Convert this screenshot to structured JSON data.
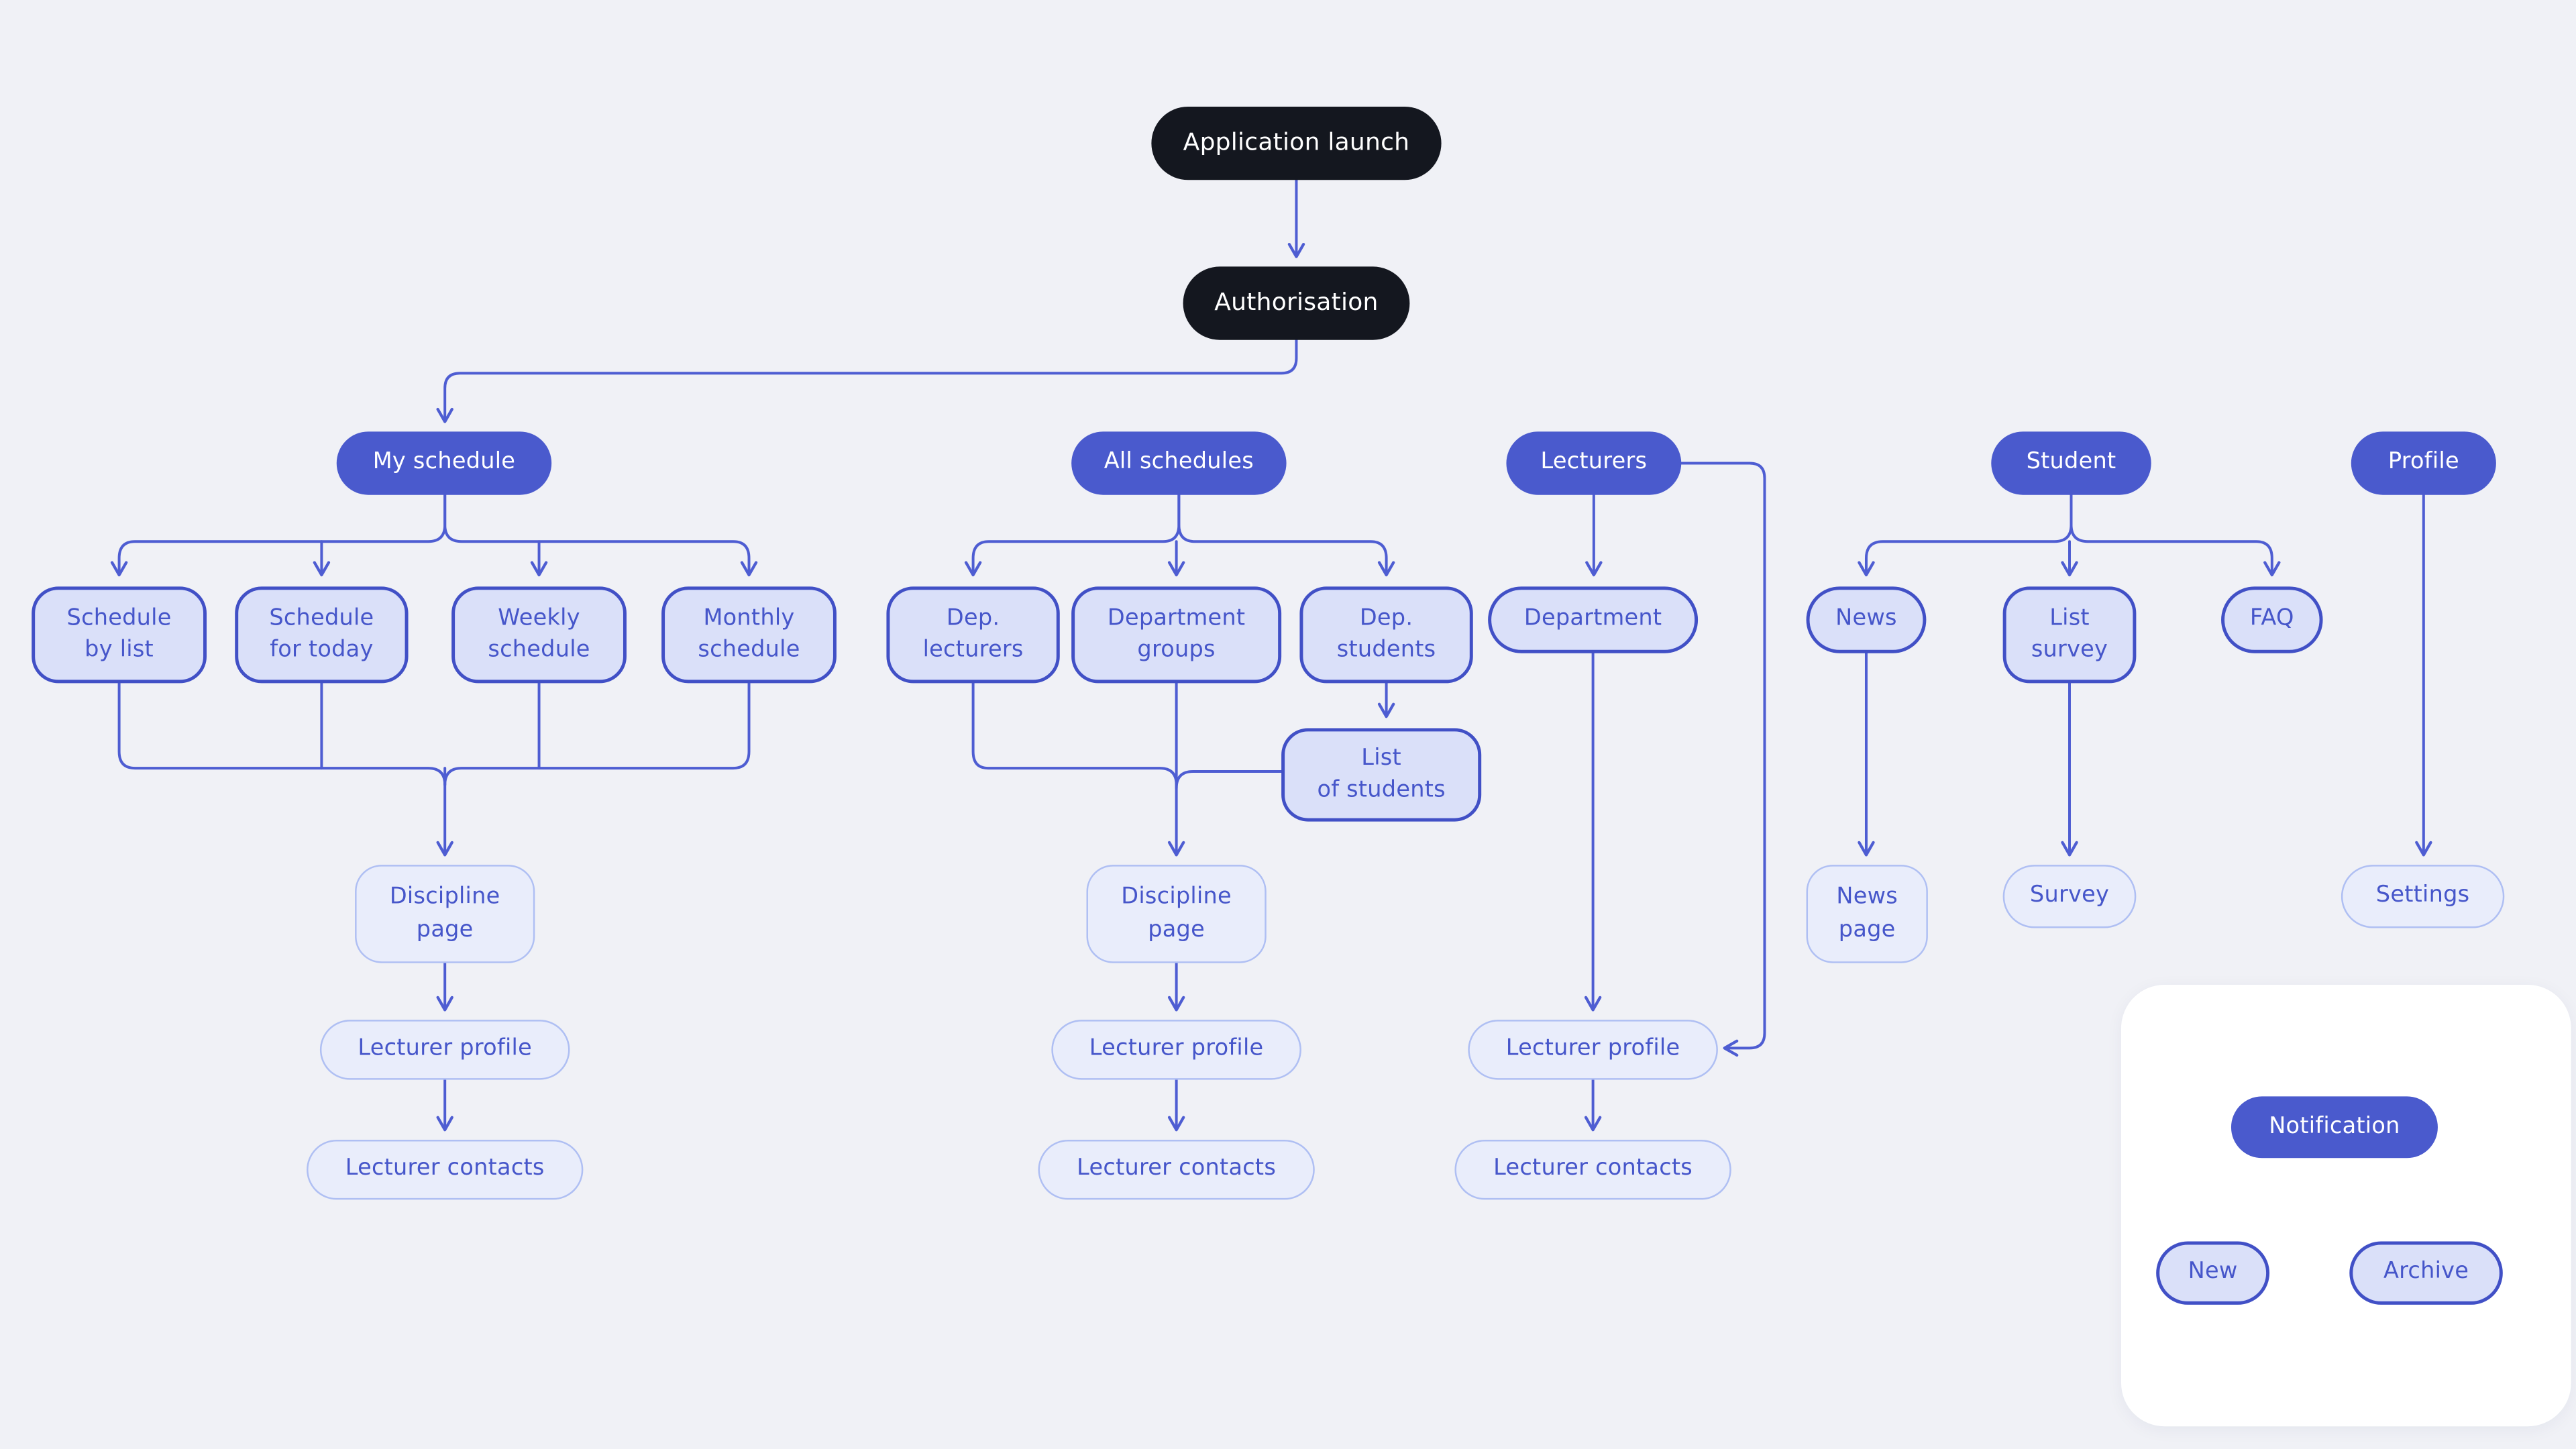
{
  "diagram": {
    "background_color": "#F0F1F6",
    "palette": {
      "dark_node": "#14171F",
      "primary_node": "#4A5ACD",
      "strong_fill": "#DAE0F9",
      "strong_border": "#4150C6",
      "light_fill": "#E9EDFB",
      "light_border": "#AFBFF3",
      "text_on_light": "#4656CA",
      "text_on_dark": "#FFFFFF",
      "connector": "#4E5DD2",
      "card_background": "#FFFFFF"
    },
    "nodes": {
      "app_launch": {
        "label": "Application launch",
        "kind": "dark"
      },
      "authorisation": {
        "label": "Authorisation",
        "kind": "dark"
      },
      "my_schedule": {
        "label": "My schedule",
        "kind": "primary"
      },
      "all_schedules": {
        "label": "All schedules",
        "kind": "primary"
      },
      "lecturers": {
        "label": "Lecturers",
        "kind": "primary"
      },
      "student": {
        "label": "Student",
        "kind": "primary"
      },
      "profile": {
        "label": "Profile",
        "kind": "primary"
      },
      "schedule_by_list": {
        "label": "Schedule\nby list",
        "kind": "strong"
      },
      "schedule_for_today": {
        "label": "Schedule\nfor today",
        "kind": "strong"
      },
      "weekly_schedule": {
        "label": "Weekly\nschedule",
        "kind": "strong"
      },
      "monthly_schedule": {
        "label": "Monthly\nschedule",
        "kind": "strong"
      },
      "dep_lecturers": {
        "label": "Dep.\nlecturers",
        "kind": "strong"
      },
      "department_groups": {
        "label": "Department\ngroups",
        "kind": "strong"
      },
      "dep_students": {
        "label": "Dep.\nstudents",
        "kind": "strong"
      },
      "list_of_students": {
        "label": "List\nof students",
        "kind": "strong"
      },
      "department": {
        "label": "Department",
        "kind": "strong-pill"
      },
      "news": {
        "label": "News",
        "kind": "strong-pill"
      },
      "list_survey": {
        "label": "List\nsurvey",
        "kind": "strong"
      },
      "faq": {
        "label": "FAQ",
        "kind": "strong-pill"
      },
      "discipline_page_1": {
        "label": "Discipline\npage",
        "kind": "light"
      },
      "discipline_page_2": {
        "label": "Discipline\npage",
        "kind": "light"
      },
      "news_page": {
        "label": "News\npage",
        "kind": "light"
      },
      "survey": {
        "label": "Survey",
        "kind": "light-pill"
      },
      "settings": {
        "label": "Settings",
        "kind": "light-pill"
      },
      "lecturer_profile_1": {
        "label": "Lecturer profile",
        "kind": "light-pill"
      },
      "lecturer_profile_2": {
        "label": "Lecturer profile",
        "kind": "light-pill"
      },
      "lecturer_profile_3": {
        "label": "Lecturer profile",
        "kind": "light-pill"
      },
      "lecturer_contacts_1": {
        "label": "Lecturer contacts",
        "kind": "light-pill"
      },
      "lecturer_contacts_2": {
        "label": "Lecturer contacts",
        "kind": "light-pill"
      },
      "lecturer_contacts_3": {
        "label": "Lecturer contacts",
        "kind": "light-pill"
      },
      "notification": {
        "label": "Notification",
        "kind": "primary"
      },
      "new": {
        "label": "New",
        "kind": "strong-pill"
      },
      "archive": {
        "label": "Archive",
        "kind": "strong-pill"
      }
    },
    "edges": [
      {
        "from": "app_launch",
        "to": "authorisation"
      },
      {
        "from": "authorisation",
        "to": "my_schedule"
      },
      {
        "from": "my_schedule",
        "to": "schedule_by_list"
      },
      {
        "from": "my_schedule",
        "to": "schedule_for_today"
      },
      {
        "from": "my_schedule",
        "to": "weekly_schedule"
      },
      {
        "from": "my_schedule",
        "to": "monthly_schedule"
      },
      {
        "from": "schedule_by_list",
        "to": "discipline_page_1"
      },
      {
        "from": "schedule_for_today",
        "to": "discipline_page_1"
      },
      {
        "from": "weekly_schedule",
        "to": "discipline_page_1"
      },
      {
        "from": "monthly_schedule",
        "to": "discipline_page_1"
      },
      {
        "from": "discipline_page_1",
        "to": "lecturer_profile_1"
      },
      {
        "from": "lecturer_profile_1",
        "to": "lecturer_contacts_1"
      },
      {
        "from": "all_schedules",
        "to": "dep_lecturers"
      },
      {
        "from": "all_schedules",
        "to": "department_groups"
      },
      {
        "from": "all_schedules",
        "to": "dep_students"
      },
      {
        "from": "dep_students",
        "to": "list_of_students"
      },
      {
        "from": "dep_lecturers",
        "to": "discipline_page_2"
      },
      {
        "from": "department_groups",
        "to": "discipline_page_2"
      },
      {
        "from": "list_of_students",
        "to": "discipline_page_2"
      },
      {
        "from": "discipline_page_2",
        "to": "lecturer_profile_2"
      },
      {
        "from": "lecturer_profile_2",
        "to": "lecturer_contacts_2"
      },
      {
        "from": "lecturers",
        "to": "department"
      },
      {
        "from": "department",
        "to": "lecturer_profile_3"
      },
      {
        "from": "lecturers",
        "to": "lecturer_profile_3"
      },
      {
        "from": "lecturer_profile_3",
        "to": "lecturer_contacts_3"
      },
      {
        "from": "student",
        "to": "news"
      },
      {
        "from": "student",
        "to": "list_survey"
      },
      {
        "from": "student",
        "to": "faq"
      },
      {
        "from": "news",
        "to": "news_page"
      },
      {
        "from": "list_survey",
        "to": "survey"
      },
      {
        "from": "profile",
        "to": "settings"
      },
      {
        "from": "notification",
        "to": "new"
      },
      {
        "from": "notification",
        "to": "archive"
      }
    ]
  }
}
